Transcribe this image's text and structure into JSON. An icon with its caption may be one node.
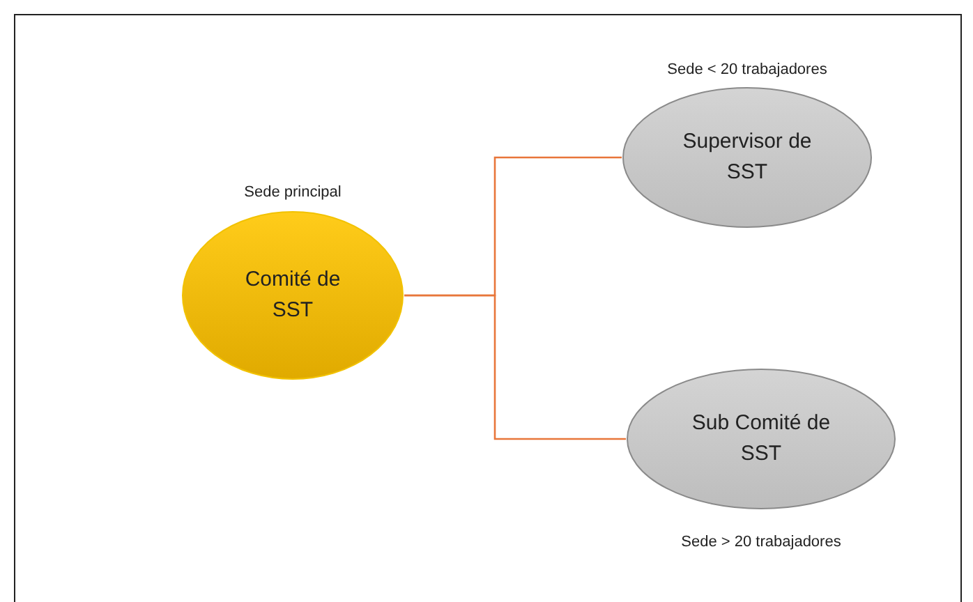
{
  "diagram": {
    "nodes": [
      {
        "text": [
          "Comité de SST"
        ],
        "beside": [
          "Sede principal"
        ]
      },
      {
        "text": [
          "Supervisor de SST"
        ],
        "beside": [
          "Sede < 20 trabajadores"
        ]
      },
      {
        "text": [
          "Sub Comité de SST"
        ],
        "beside": [
          "Sede > 20 trabajadores"
        ]
      }
    ],
    "edges": [
      {
        "from": 0,
        "to": 1,
        "arrow": "none"
      },
      {
        "from": 0,
        "to": 2,
        "arrow": "none"
      }
    ]
  }
}
